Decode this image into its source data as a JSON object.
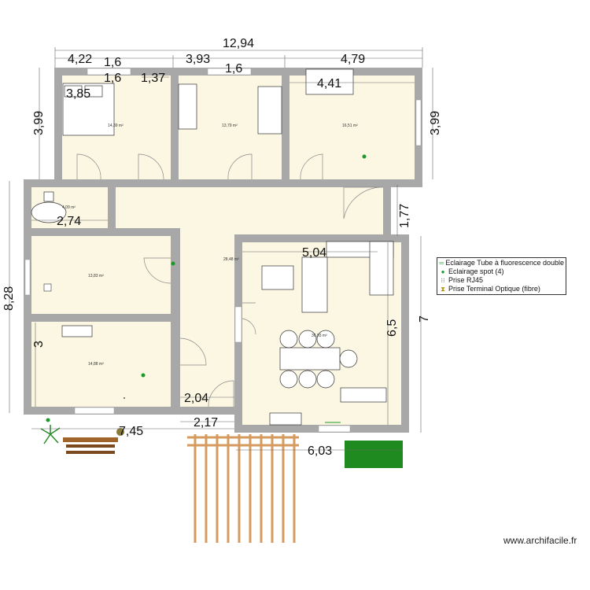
{
  "plan": {
    "rooms": [
      {
        "id": "bedroom-1",
        "area": "14,39 m²"
      },
      {
        "id": "bedroom-2",
        "area": "13,79 m²"
      },
      {
        "id": "bedroom-3",
        "area": "16,51 m²"
      },
      {
        "id": "bathroom",
        "area": "4,09 m²"
      },
      {
        "id": "corridor",
        "area": "28,48 m²"
      },
      {
        "id": "room-left-middle",
        "area": "13,83 m²"
      },
      {
        "id": "room-left-bottom",
        "area": "14,88 m²"
      },
      {
        "id": "living-room",
        "area": "36,93 m²"
      }
    ],
    "dimensions": {
      "total_width": "12,94",
      "w1": "4,22",
      "w2": "3,93",
      "w3": "4,79",
      "win1": "1,6",
      "win1b": "1,6",
      "win2": "1,6",
      "d137": "1,37",
      "d385": "3,85",
      "d441": "4,41",
      "left_h": "3,99",
      "right_h": "3,99",
      "total_h": "8,28",
      "d177": "1,77",
      "d7": "7",
      "d65": "6,5",
      "d3": "3",
      "d504": "5,04",
      "d274": "2,74",
      "d204": "2,04",
      "d217": "2,17",
      "d745": "7,45",
      "d603": "6,03"
    }
  },
  "legend": {
    "items": [
      {
        "icon": "fluorescent-tube-icon",
        "label": "Eclairage Tube à fluorescence double"
      },
      {
        "icon": "spot-light-icon",
        "label": "Eclairage spot (4)"
      },
      {
        "icon": "rj45-outlet-icon",
        "label": "Prise  RJ45"
      },
      {
        "icon": "fiber-outlet-icon",
        "label": "Prise Terminal Optique (fibre)"
      }
    ]
  },
  "colors": {
    "wall": "#a8a8a8",
    "floor": "#fcf7e3",
    "spot": "#1a9a2a",
    "pergola": "#d49a5e",
    "hedge": "#1f8a1f"
  },
  "watermark": "www.archifacile.fr"
}
